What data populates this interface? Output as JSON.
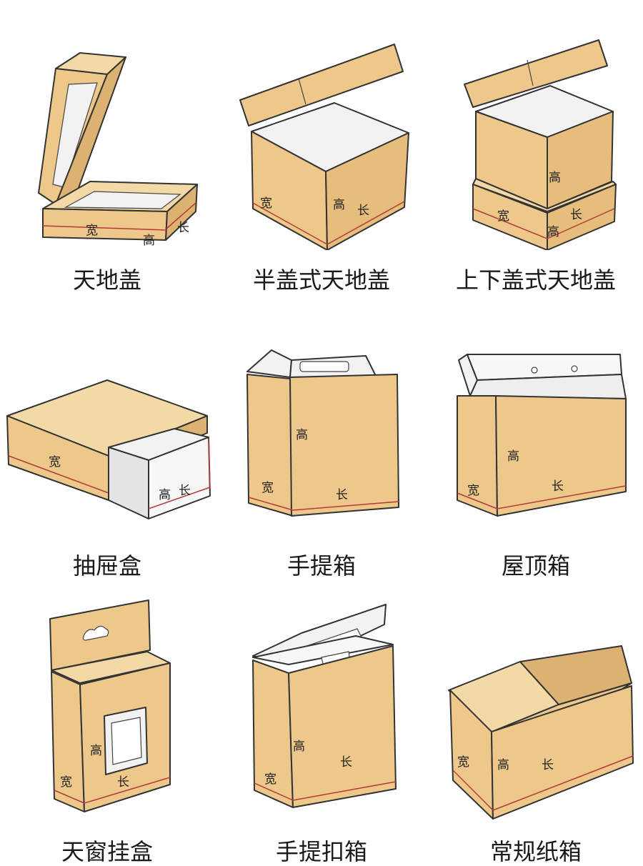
{
  "colors": {
    "kraft": "#edc88a",
    "kraft_dark": "#dcb272",
    "kraft_light": "#f3d9a6",
    "inside": "#f2f2f2",
    "outline": "#333333",
    "dim_line": "#b63a3a"
  },
  "dimension_labels": {
    "length": "长",
    "width": "宽",
    "height": "高"
  },
  "boxes": [
    {
      "name": "天地盖",
      "icon": "lid-and-base-box-icon"
    },
    {
      "name": "半盖式天地盖",
      "icon": "half-lid-box-icon"
    },
    {
      "name": "上下盖式天地盖",
      "icon": "top-bottom-lid-box-icon"
    },
    {
      "name": "抽屉盒",
      "icon": "drawer-box-icon"
    },
    {
      "name": "手提箱",
      "icon": "carry-handle-box-icon"
    },
    {
      "name": "屋顶箱",
      "icon": "roof-box-icon"
    },
    {
      "name": "天窗挂盒",
      "icon": "window-hanging-box-icon"
    },
    {
      "name": "手提扣箱",
      "icon": "carry-lock-box-icon"
    },
    {
      "name": "常规纸箱",
      "icon": "regular-carton-icon"
    }
  ]
}
